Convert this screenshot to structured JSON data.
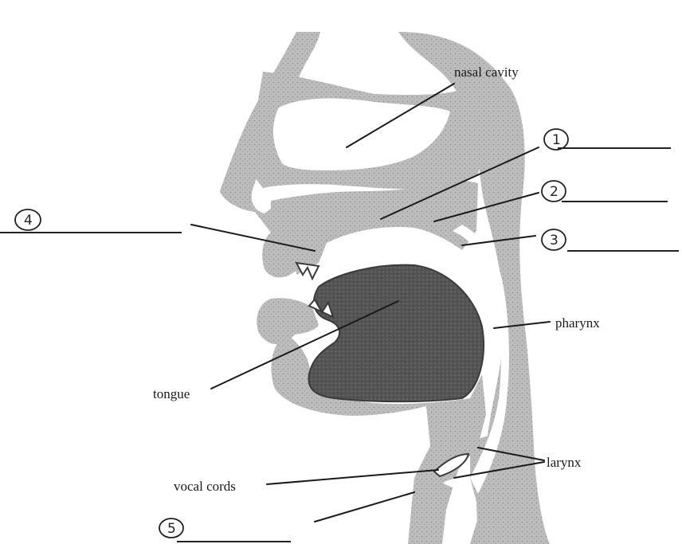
{
  "labels": {
    "nasal_cavity": "nasal cavity",
    "pharynx": "pharynx",
    "tongue": "tongue",
    "larynx": "larynx",
    "vocal_cords": "vocal cords"
  },
  "markers": {
    "m1": "1",
    "m2": "2",
    "m3": "3",
    "m4": "4",
    "m5": "5"
  },
  "colors": {
    "tissue": "#b6b6b6",
    "tongue": "#4d4d4d",
    "ink": "#1a1a1a",
    "background": "#ffffff"
  }
}
